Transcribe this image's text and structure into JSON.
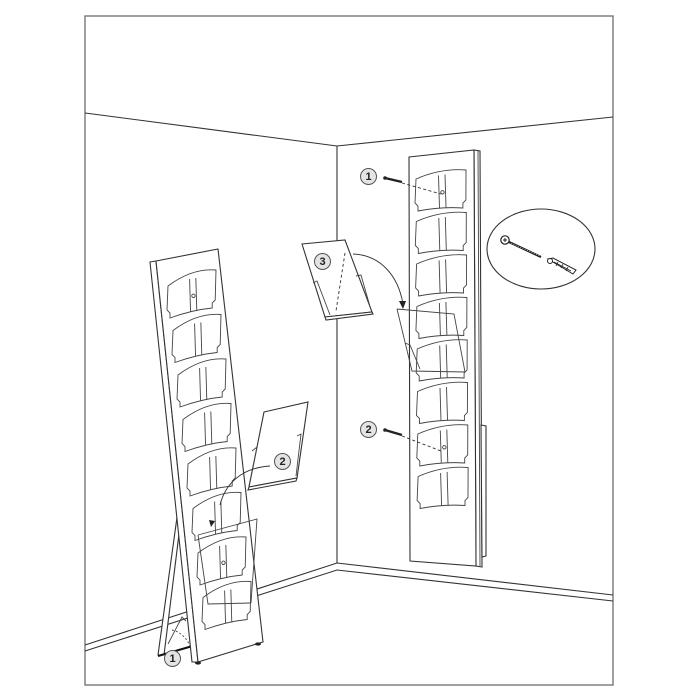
{
  "diagram": {
    "type": "assembly-instructions",
    "subject": "Literature/brochure display rack - floor stand and wall mount",
    "colors": {
      "line": "#333333",
      "frame": "#777777",
      "callout_fill": "#e4e4e4",
      "background": "#ffffff"
    },
    "scenes": [
      {
        "name": "floor-standing-rack",
        "pockets": 8
      },
      {
        "name": "wall-mounted-rack",
        "pockets": 8
      }
    ],
    "callouts": [
      {
        "id": "c1-wall-top",
        "label": "1",
        "meaning": "top wall screw"
      },
      {
        "id": "c2-wall-bottom",
        "label": "2",
        "meaning": "bottom wall screw"
      },
      {
        "id": "c3-pocket-wall",
        "label": "3",
        "meaning": "insert pocket on wall rack"
      },
      {
        "id": "c2-pocket-floor",
        "label": "2",
        "meaning": "insert pocket on floor rack"
      },
      {
        "id": "c1-stand-leg",
        "label": "1",
        "meaning": "unfold stand leg"
      }
    ],
    "detail_inset": {
      "content": [
        "screw-icon",
        "wall-plug-icon"
      ]
    }
  }
}
